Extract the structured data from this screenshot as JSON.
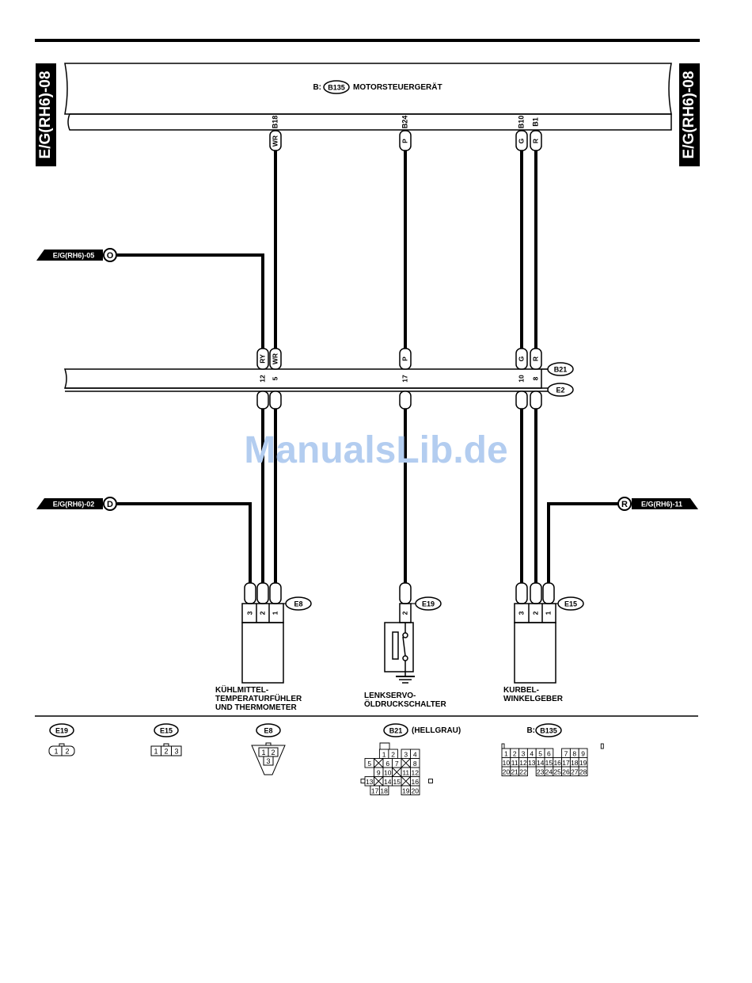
{
  "side_tab": {
    "label": "E/G(RH6)-08"
  },
  "ecm": {
    "prefix": "B:",
    "connector": "B135",
    "name": "MOTORSTEUERGERÄT"
  },
  "ecm_pins": [
    "B18",
    "B24",
    "B10",
    "B1"
  ],
  "wire_colors": {
    "w1": "WR",
    "w2": "P",
    "w3": "G",
    "w4": "R",
    "w5": "RY"
  },
  "refs": {
    "r05": {
      "label": "E/G(RH6)-05",
      "letter": "O"
    },
    "r02": {
      "label": "E/G(RH6)-02",
      "letter": "D"
    },
    "r11": {
      "label": "E/G(RH6)-11",
      "letter": "R"
    }
  },
  "junction": {
    "upper": "B21",
    "lower": "E2",
    "pins": {
      "p12": "12",
      "p5": "5",
      "p17": "17",
      "p10": "10",
      "p8": "8"
    }
  },
  "watermark": "ManualsLib.de",
  "components": {
    "e8": {
      "id": "E8",
      "pins": [
        "3",
        "2",
        "1"
      ],
      "label": [
        "KÜHLMITTEL-",
        "TEMPERATURFÜHLER",
        "UND THERMOMETER"
      ]
    },
    "e19": {
      "id": "E19",
      "pin": "2",
      "label": [
        "LENKSERVO-",
        "ÖLDRUCKSCHALTER"
      ]
    },
    "e15": {
      "id": "E15",
      "pins": [
        "3",
        "2",
        "1"
      ],
      "label": [
        "KURBEL-",
        "WINKELGEBER"
      ]
    }
  },
  "legend": {
    "e19": {
      "id": "E19",
      "pins": [
        "1",
        "2"
      ]
    },
    "e15": {
      "id": "E15",
      "pins": [
        "1",
        "2",
        "3"
      ]
    },
    "e8": {
      "id": "E8",
      "pins": [
        "1",
        "2",
        "3"
      ]
    },
    "b21": {
      "id": "B21",
      "suffix": "(HELLGRAU)",
      "rows": [
        [
          "1",
          "2",
          "3",
          "4"
        ],
        [
          "5",
          "6",
          "7",
          "8"
        ],
        [
          "9",
          "10",
          "11",
          "12"
        ],
        [
          "13",
          "14",
          "15",
          "16"
        ],
        [
          "17",
          "18",
          "19",
          "20"
        ]
      ]
    },
    "b135": {
      "prefix": "B:",
      "id": "B135",
      "rows": [
        [
          "1",
          "2",
          "3",
          "4",
          "5",
          "6",
          "7",
          "8",
          "9"
        ],
        [
          "10",
          "11",
          "12",
          "13",
          "14",
          "15",
          "16",
          "17",
          "18",
          "19"
        ],
        [
          "20",
          "21",
          "22",
          "23",
          "24",
          "25",
          "26",
          "27",
          "28"
        ]
      ]
    }
  },
  "colors": {
    "line": "#000000",
    "watermark": "#b3cdf0",
    "background": "#ffffff"
  }
}
